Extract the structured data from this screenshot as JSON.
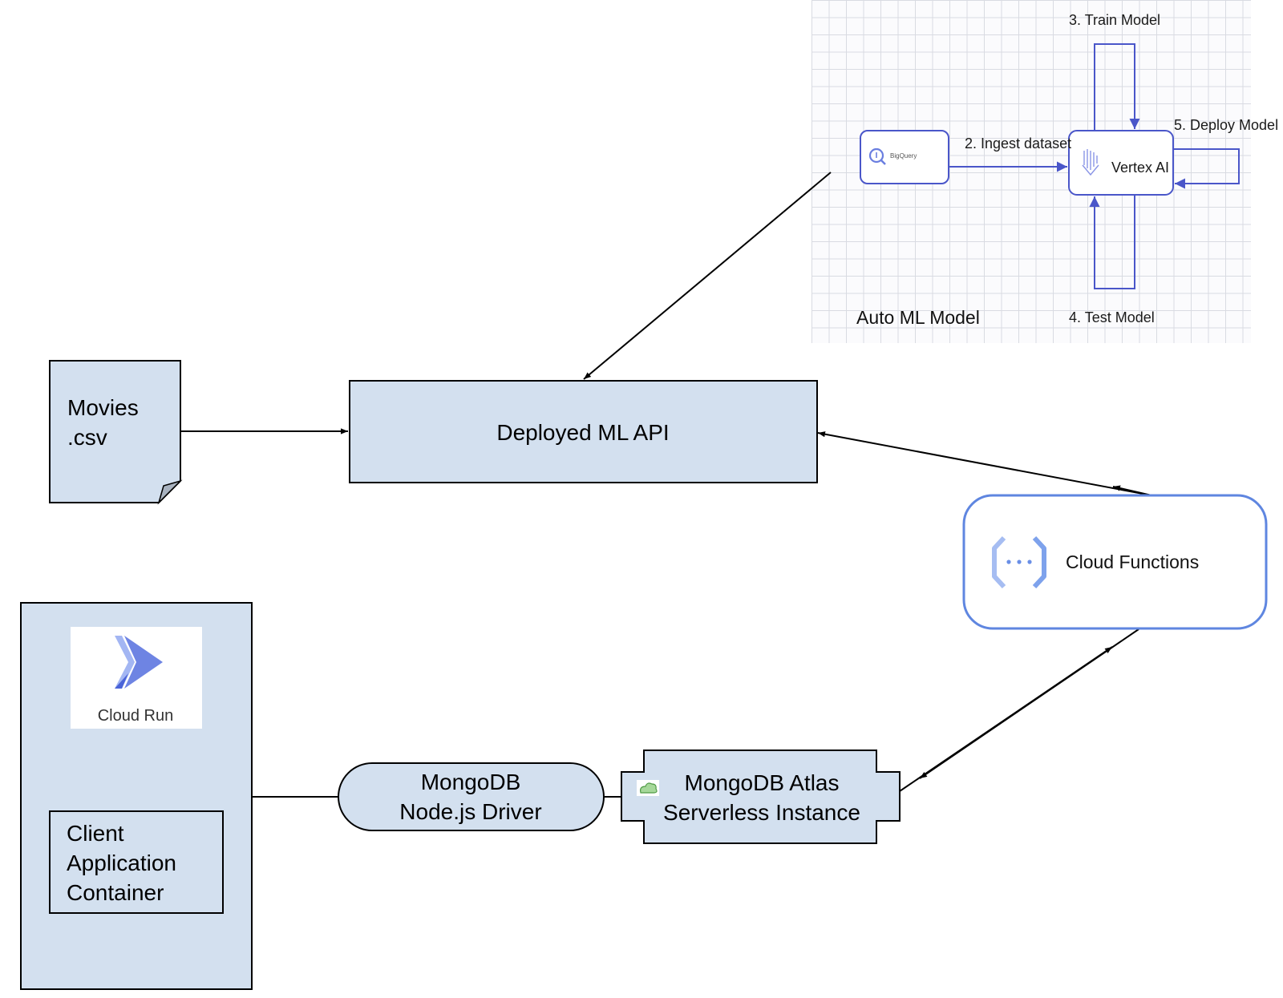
{
  "automl": {
    "title": "Auto ML Model",
    "bigquery_label": "BigQuery",
    "vertex_label": "Vertex AI",
    "step_ingest": "2. Ingest dataset",
    "step_train": "3. Train Model",
    "step_test": "4. Test Model",
    "step_deploy": "5. Deploy Model"
  },
  "nodes": {
    "movies_line1": "Movies",
    "movies_line2": ".csv",
    "deployed_api": "Deployed ML API",
    "cloud_functions": "Cloud Functions",
    "cloud_run": "Cloud Run",
    "client_line1": "Client",
    "client_line2": "Application",
    "client_line3": "Container",
    "driver_line1": "MongoDB",
    "driver_line2": "Node.js Driver",
    "atlas_line1": "MongoDB Atlas",
    "atlas_line2": "Serverless Instance"
  },
  "colors": {
    "box_fill": "#d3e0ef",
    "accent_blue": "#4a56c9",
    "functions_border": "#5f86e0",
    "grid_line": "#d9dbe2"
  }
}
